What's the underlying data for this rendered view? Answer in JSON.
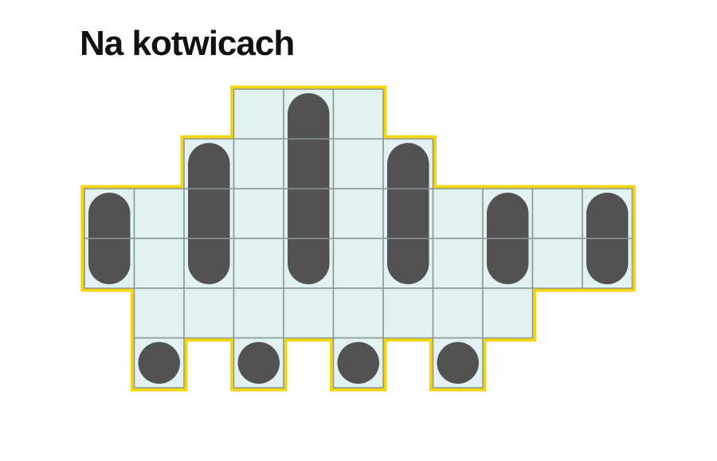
{
  "title": "Na kotwicach",
  "colors": {
    "cell_fill": "#e2f1f2",
    "grid_line": "#8a9698",
    "border": "#f5d60a",
    "piece": "#525252"
  },
  "board": {
    "rows": 6,
    "cols": 11,
    "cells": [
      [
        3,
        0
      ],
      [
        4,
        0
      ],
      [
        5,
        0
      ],
      [
        2,
        1
      ],
      [
        3,
        1
      ],
      [
        4,
        1
      ],
      [
        5,
        1
      ],
      [
        6,
        1
      ],
      [
        0,
        2
      ],
      [
        1,
        2
      ],
      [
        2,
        2
      ],
      [
        3,
        2
      ],
      [
        4,
        2
      ],
      [
        5,
        2
      ],
      [
        6,
        2
      ],
      [
        7,
        2
      ],
      [
        8,
        2
      ],
      [
        9,
        2
      ],
      [
        10,
        2
      ],
      [
        0,
        3
      ],
      [
        1,
        3
      ],
      [
        2,
        3
      ],
      [
        3,
        3
      ],
      [
        4,
        3
      ],
      [
        5,
        3
      ],
      [
        6,
        3
      ],
      [
        7,
        3
      ],
      [
        8,
        3
      ],
      [
        9,
        3
      ],
      [
        10,
        3
      ],
      [
        1,
        4
      ],
      [
        2,
        4
      ],
      [
        3,
        4
      ],
      [
        4,
        4
      ],
      [
        5,
        4
      ],
      [
        6,
        4
      ],
      [
        7,
        4
      ],
      [
        8,
        4
      ],
      [
        1,
        5
      ],
      [
        3,
        5
      ],
      [
        5,
        5
      ],
      [
        7,
        5
      ]
    ],
    "pieces": [
      {
        "col": 0,
        "row": 2,
        "length": 2
      },
      {
        "col": 2,
        "row": 1,
        "length": 3
      },
      {
        "col": 4,
        "row": 0,
        "length": 4
      },
      {
        "col": 6,
        "row": 1,
        "length": 3
      },
      {
        "col": 8,
        "row": 2,
        "length": 2
      },
      {
        "col": 10,
        "row": 2,
        "length": 2
      },
      {
        "col": 1,
        "row": 5,
        "length": 1
      },
      {
        "col": 3,
        "row": 5,
        "length": 1
      },
      {
        "col": 5,
        "row": 5,
        "length": 1
      },
      {
        "col": 7,
        "row": 5,
        "length": 1
      }
    ]
  }
}
